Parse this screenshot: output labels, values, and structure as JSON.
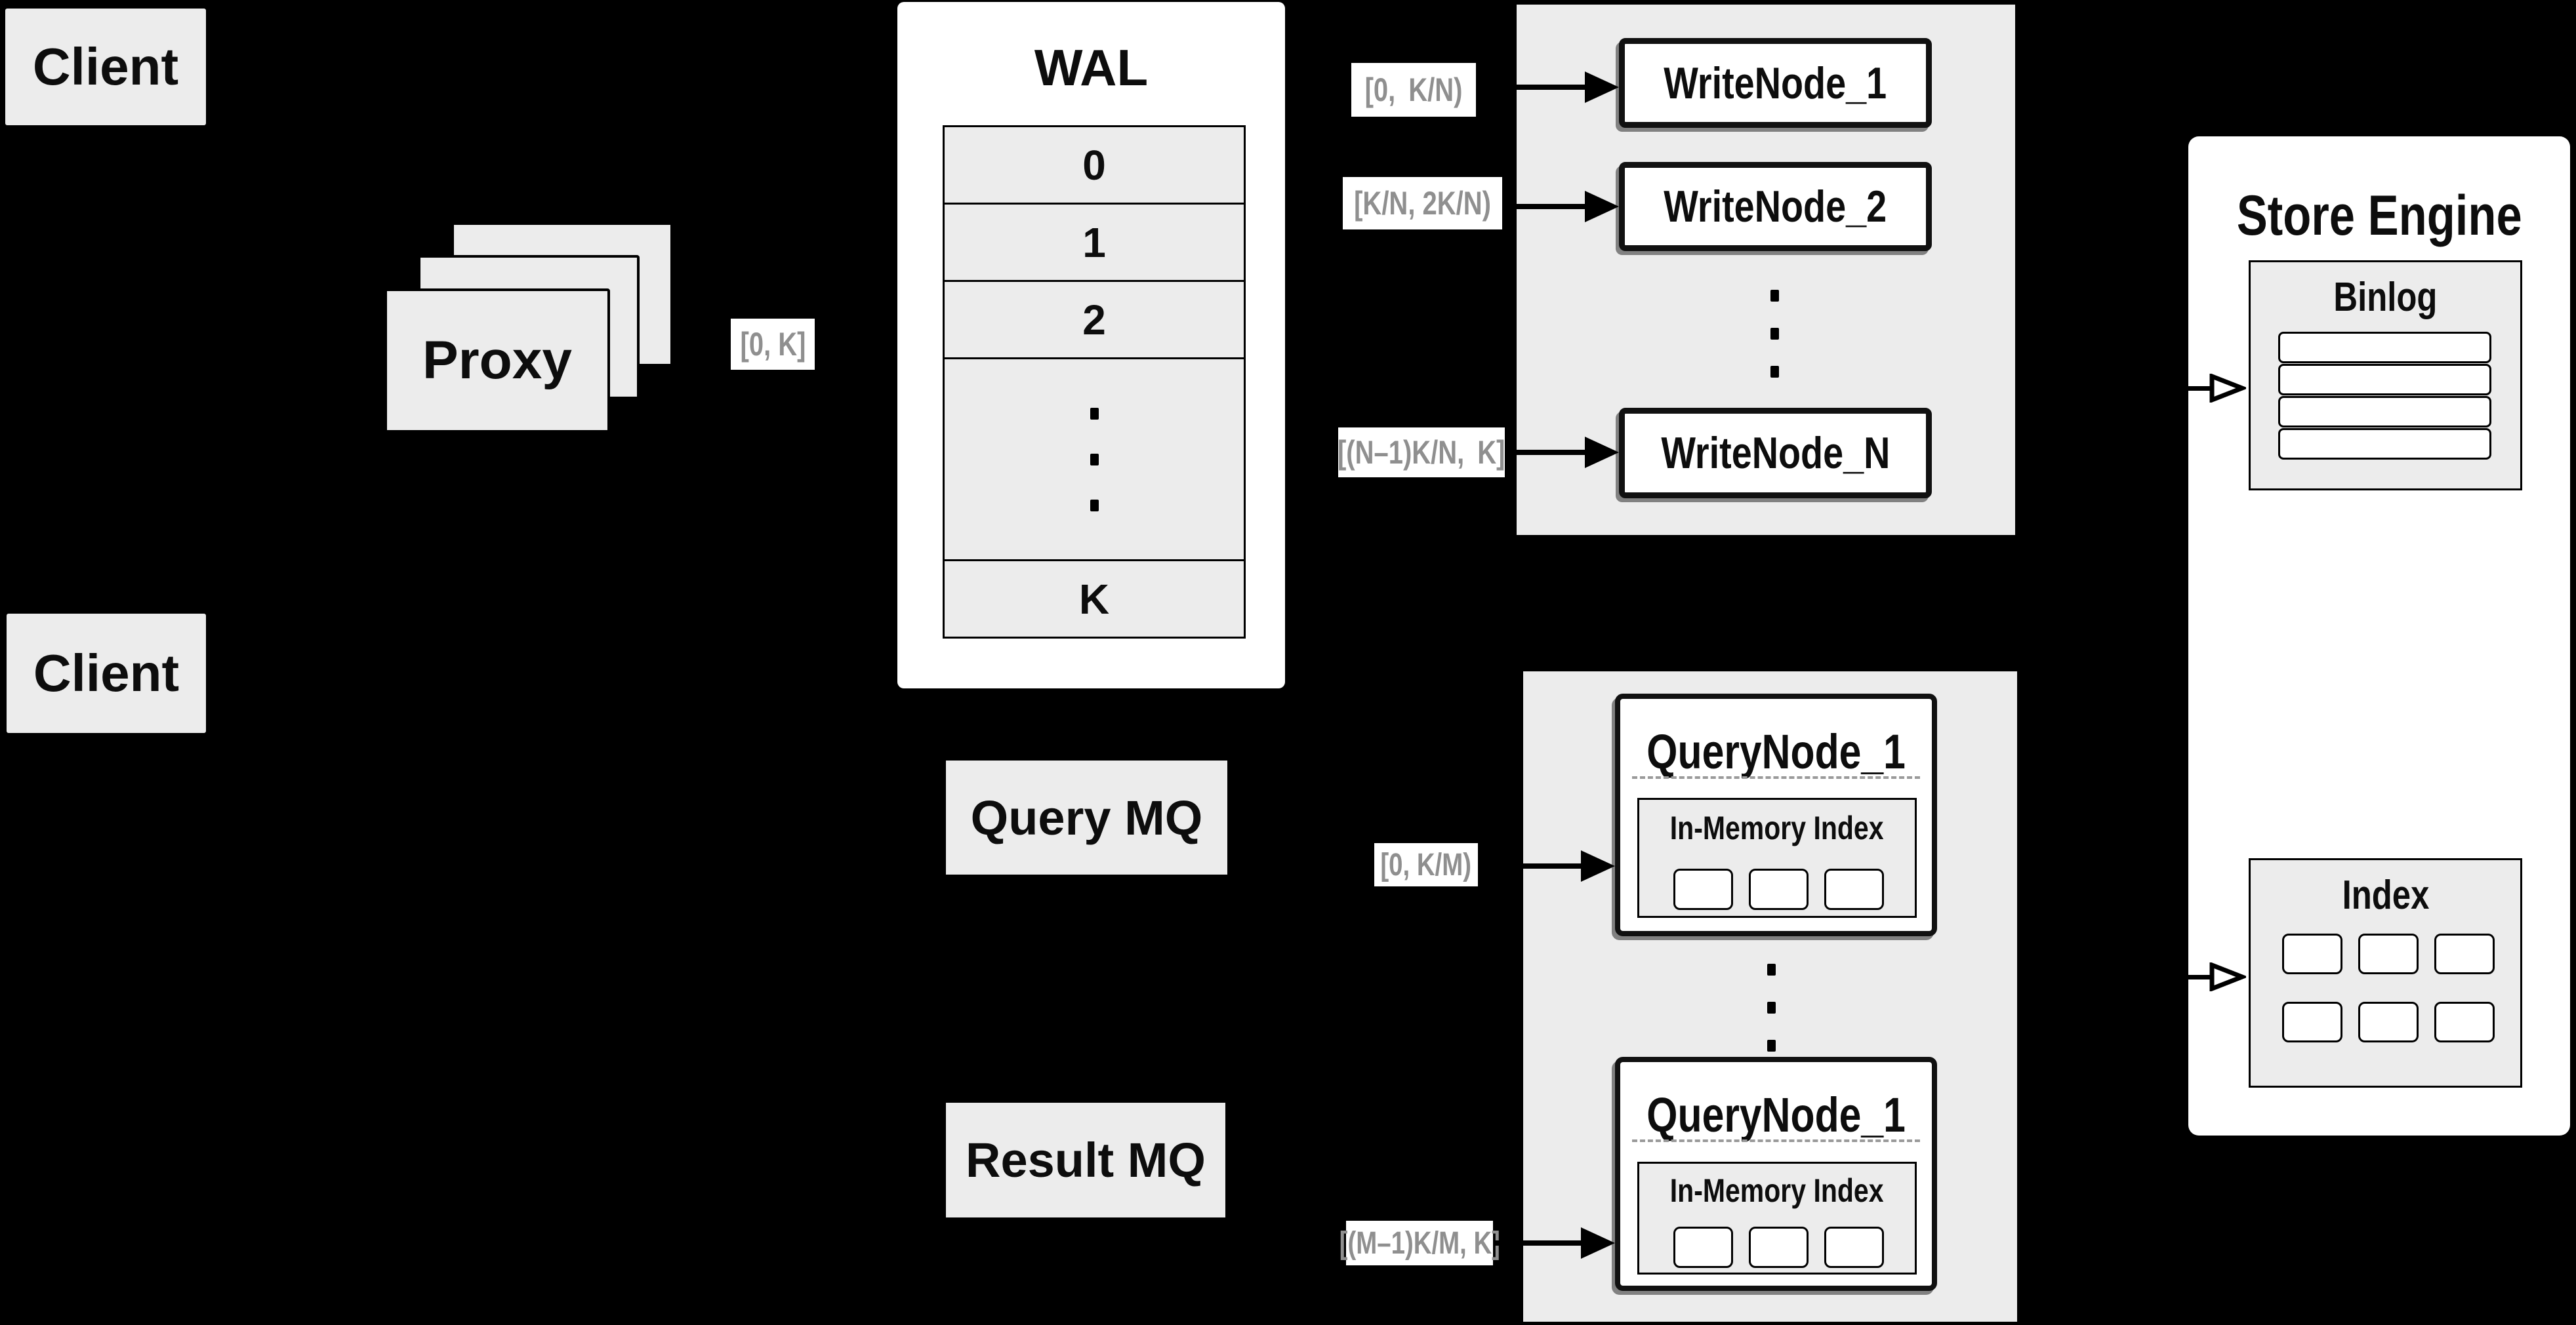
{
  "meta": {
    "bg_color": "#000000",
    "box_gray": "#ececec",
    "box_white": "#ffffff",
    "text_black": "#0d0d0d",
    "label_gray": "#8f8f8f",
    "dash_gray": "#9a9a9a"
  },
  "clients": {
    "top_label": "Client",
    "bottom_label": "Client"
  },
  "proxy": {
    "label": "Proxy",
    "range_out": "[0, K]"
  },
  "wal": {
    "title": "WAL",
    "rows": [
      "0",
      "1",
      "2"
    ],
    "last_row": "K"
  },
  "write_cluster": {
    "nodes": [
      "WriteNode_1",
      "WriteNode_2",
      "WriteNode_N"
    ],
    "ranges": [
      "[0, K/N)",
      "[K/N, 2K/N)",
      "[(N–1)K/N, K]"
    ]
  },
  "query_cluster": {
    "node1_title": "QueryNode_1",
    "node2_title": "QueryNode_1",
    "inner_label1": "In-Memory Index",
    "inner_label2": "In-Memory Index",
    "ranges": [
      "[0, K/M)",
      "[(M–1)K/M, K]"
    ]
  },
  "mq": {
    "query_label": "Query MQ",
    "result_label": "Result MQ"
  },
  "store_engine": {
    "title": "Store Engine",
    "binlog_title": "Binlog",
    "index_title": "Index"
  }
}
